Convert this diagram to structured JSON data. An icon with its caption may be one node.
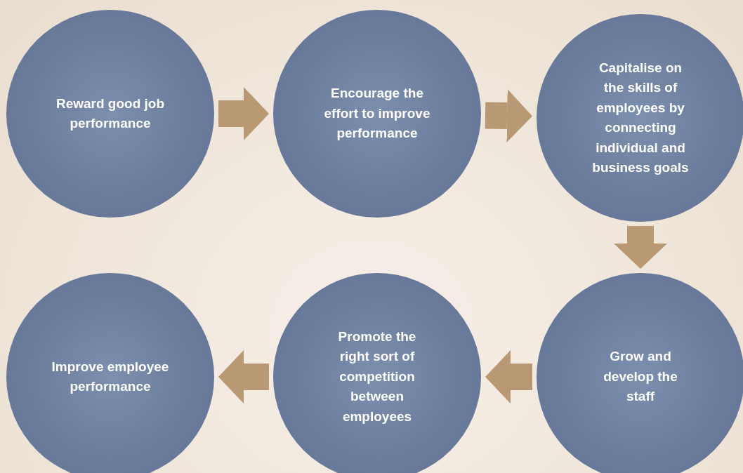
{
  "diagram": {
    "nodes": [
      {
        "text": [
          "Reward good job performance"
        ]
      },
      {
        "text": [
          "Encourage the effort to improve performance"
        ]
      },
      {
        "text": [
          "Capitalise on the skills of employees by connecting individual and business goals"
        ]
      },
      {
        "text": [
          "Grow and develop the staff"
        ]
      },
      {
        "text": [
          "Promote the right sort of competition between employees"
        ]
      },
      {
        "text": [
          "Improve employee performance"
        ]
      }
    ],
    "edges": [
      {
        "from": 0,
        "to": 1,
        "arrow": "to"
      },
      {
        "from": 1,
        "to": 2,
        "arrow": "to"
      },
      {
        "from": 2,
        "to": 3,
        "arrow": "to"
      },
      {
        "from": 3,
        "to": 4,
        "arrow": "to"
      },
      {
        "from": 4,
        "to": 5,
        "arrow": "to"
      }
    ]
  }
}
